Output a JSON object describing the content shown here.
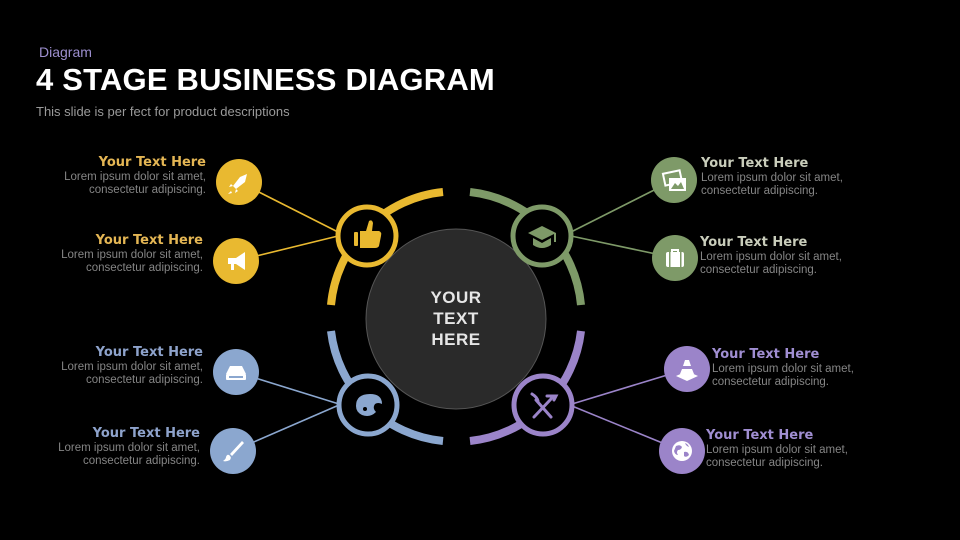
{
  "header": {
    "category": "Diagram",
    "title": "4 STAGE BUSINESS DIAGRAM",
    "subtitle": "This slide is per fect for product descriptions"
  },
  "center": {
    "lines": [
      "YOUR",
      "TEXT",
      "HERE"
    ],
    "fill": "#2a2a2a"
  },
  "colors": {
    "yellow": "#E9B930",
    "green": "#7E9A68",
    "blue": "#8BA7CF",
    "purple": "#9B84C9"
  },
  "stages": [
    {
      "id": "top-left",
      "color": "#E9B930",
      "icon": "thumbs-up-icon",
      "items": [
        {
          "heading": "Your Text Here",
          "heading_color": "#E4B654",
          "line1": "Lorem ipsum dolor sit amet,",
          "line2": "consectetur adipiscing.",
          "icon": "rocket-icon"
        },
        {
          "heading": "Your Text Here",
          "heading_color": "#E4B654",
          "line1": "Lorem ipsum dolor sit amet,",
          "line2": "consectetur adipiscing.",
          "icon": "megaphone-icon"
        }
      ]
    },
    {
      "id": "top-right",
      "color": "#7E9A68",
      "icon": "graduation-cap-icon",
      "items": [
        {
          "heading": "Your Text Here",
          "heading_color": "#C9CDBB",
          "line1": "Lorem ipsum dolor sit amet,",
          "line2": "consectetur adipiscing.",
          "icon": "picture-icon"
        },
        {
          "heading": "Your Text Here",
          "heading_color": "#C9CDBB",
          "line1": "Lorem ipsum dolor sit amet,",
          "line2": "consectetur adipiscing.",
          "icon": "briefcase-icon"
        }
      ]
    },
    {
      "id": "bottom-left",
      "color": "#8BA7CF",
      "icon": "paint-palette-icon",
      "items": [
        {
          "heading": "Your Text Here",
          "heading_color": "#8EA3CC",
          "line1": "Lorem ipsum dolor sit amet,",
          "line2": "consectetur adipiscing.",
          "icon": "hard-drive-icon"
        },
        {
          "heading": "Your Text Here",
          "heading_color": "#8EA3CC",
          "line1": "Lorem ipsum dolor sit amet,",
          "line2": "consectetur adipiscing.",
          "icon": "paintbrush-icon"
        }
      ]
    },
    {
      "id": "bottom-right",
      "color": "#9B84C9",
      "icon": "tools-icon",
      "items": [
        {
          "heading": "Your Text Here",
          "heading_color": "#A08ED2",
          "line1": "Lorem ipsum dolor sit amet,",
          "line2": "consectetur adipiscing.",
          "icon": "traffic-cone-icon"
        },
        {
          "heading": "Your Text Here",
          "heading_color": "#A08ED2",
          "line1": "Lorem ipsum dolor sit amet,",
          "line2": "consectetur adipiscing.",
          "icon": "globe-icon"
        }
      ]
    }
  ]
}
